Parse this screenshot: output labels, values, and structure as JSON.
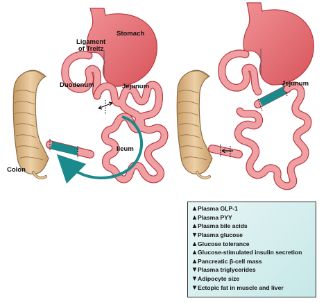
{
  "labels": {
    "stomach": "Stomach",
    "ligament": "Ligament\nof Treitz",
    "duodenum": "Duodenum",
    "jejunum_left": "Jejunum",
    "ileum": "Ileum",
    "colon": "Colon",
    "jejunum_right": "Jejunum"
  },
  "effects": [
    {
      "dir": "up",
      "text": "Plasma GLP-1"
    },
    {
      "dir": "up",
      "text": "Plasma PYY"
    },
    {
      "dir": "up",
      "text": "Plasma bile acids"
    },
    {
      "dir": "down",
      "text": "Plasma glucose"
    },
    {
      "dir": "up",
      "text": "Glucose tolerance"
    },
    {
      "dir": "up",
      "text": "Glucose-stimulated insulin secretion"
    },
    {
      "dir": "up",
      "text": "Pancreatic β-cell mass"
    },
    {
      "dir": "down",
      "text": "Plasma triglycerides"
    },
    {
      "dir": "down",
      "text": "Adipocyte size"
    },
    {
      "dir": "down",
      "text": "Ectopic fat in muscle and liver"
    }
  ],
  "colors": {
    "bowel": "#f0a0a3",
    "bowel_outline": "#b8383f",
    "stomach": "#ea6e72",
    "colon": "#ddb98c",
    "colon_outline": "#8e6a3e",
    "teal": "#1a8a8c",
    "panel_bg": "#cdeaea"
  }
}
